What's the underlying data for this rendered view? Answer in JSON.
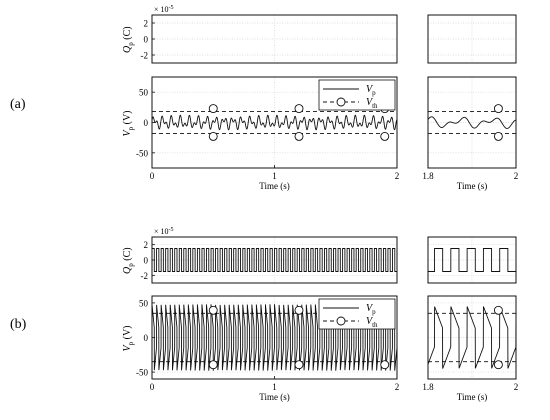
{
  "panel_labels": [
    "(a)",
    "(b)"
  ],
  "chart_data": [
    {
      "type": "line",
      "panel": "(a)",
      "charts": [
        {
          "id": "a-charge-full",
          "ylabel": "Q_p (C)",
          "ylabel_main": "Q",
          "ylabel_sub": "p",
          "ylabel_unit": " (C)",
          "exponent": "× 10",
          "exponent_power": "-5",
          "xlim": [
            0,
            2
          ],
          "ylim": [
            -3,
            3
          ],
          "yticks": [
            "2",
            "0",
            "-2"
          ],
          "ytick_values": [
            2,
            0,
            -2
          ],
          "series": [
            {
              "values": []
            }
          ]
        },
        {
          "id": "a-charge-zoom",
          "xlim": [
            1.8,
            2.0
          ],
          "ylim": [
            -3,
            3
          ],
          "series": [
            {
              "values": []
            }
          ]
        },
        {
          "id": "a-voltage-full",
          "ylabel": "V_p (V)",
          "ylabel_main": "V",
          "ylabel_sub": "p",
          "ylabel_unit": " (V)",
          "xlabel": "Time (s)",
          "xlim": [
            0,
            2
          ],
          "ylim": [
            -75,
            75
          ],
          "xticks": [
            "0",
            "1",
            "2"
          ],
          "xtick_values": [
            0,
            1,
            2
          ],
          "yticks": [
            "50",
            "0",
            "-50"
          ],
          "ytick_values": [
            50,
            0,
            -50
          ],
          "legend": {
            "position": "top-right"
          },
          "series": [
            {
              "name": "V_p",
              "name_main": "V",
              "name_sub": "p",
              "style": "solid",
              "amplitude": 12,
              "frequency_hz": 14
            },
            {
              "name": "V_th",
              "name_main": "V",
              "name_sub": "th",
              "style": "dashed-circle",
              "values": [
                18,
                -18
              ]
            }
          ]
        },
        {
          "id": "a-voltage-zoom",
          "xlabel": "Time (s)",
          "xlim": [
            1.8,
            2.0
          ],
          "ylim": [
            -75,
            75
          ],
          "xticks": [
            "1.8",
            "2"
          ],
          "xtick_values": [
            1.8,
            2.0
          ],
          "series": [
            {
              "name": "V_p",
              "style": "solid",
              "amplitude": 10,
              "frequency_hz": 14
            },
            {
              "name": "V_th",
              "style": "dashed-circle",
              "values": [
                18,
                -18
              ]
            }
          ]
        }
      ]
    },
    {
      "type": "line",
      "panel": "(b)",
      "charts": [
        {
          "id": "b-charge-full",
          "ylabel": "Q_p (C)",
          "ylabel_main": "Q",
          "ylabel_sub": "p",
          "ylabel_unit": " (C)",
          "exponent": "× 10",
          "exponent_power": "-5",
          "xlim": [
            0,
            2
          ],
          "ylim": [
            -3,
            3
          ],
          "yticks": [
            "2",
            "0",
            "-2"
          ],
          "ytick_values": [
            2,
            0,
            -2
          ],
          "series": [
            {
              "style": "square-wave",
              "levels": [
                1.5,
                -1.5
              ],
              "frequency_hz": 27
            }
          ]
        },
        {
          "id": "b-charge-zoom",
          "xlim": [
            1.8,
            2.0
          ],
          "ylim": [
            -3,
            3
          ],
          "series": [
            {
              "style": "square-wave",
              "levels": [
                1.5,
                -1.5
              ],
              "frequency_hz": 27
            }
          ]
        },
        {
          "id": "b-voltage-full",
          "ylabel": "V_p (V)",
          "ylabel_main": "V",
          "ylabel_sub": "p",
          "ylabel_unit": " (V)",
          "xlabel": "Time (s)",
          "xlim": [
            0,
            2
          ],
          "ylim": [
            -60,
            60
          ],
          "xticks": [
            "0",
            "1",
            "2"
          ],
          "xtick_values": [
            0,
            1,
            2
          ],
          "yticks": [
            "50",
            "0",
            "-50"
          ],
          "ytick_values": [
            50,
            0,
            -50
          ],
          "legend": {
            "position": "top-right"
          },
          "series": [
            {
              "name": "V_p",
              "name_main": "V",
              "name_sub": "p",
              "style": "solid",
              "amplitude": 48,
              "frequency_hz": 27
            },
            {
              "name": "V_th",
              "name_main": "V",
              "name_sub": "th",
              "style": "dashed-circle",
              "values": [
                35,
                -35
              ]
            }
          ]
        },
        {
          "id": "b-voltage-zoom",
          "xlabel": "Time (s)",
          "xlim": [
            1.8,
            2.0
          ],
          "ylim": [
            -60,
            60
          ],
          "xticks": [
            "1.8",
            "2"
          ],
          "xtick_values": [
            1.8,
            2.0
          ],
          "series": [
            {
              "name": "V_p",
              "style": "solid",
              "amplitude": 45,
              "frequency_hz": 27
            },
            {
              "name": "V_th",
              "style": "dashed-circle",
              "values": [
                35,
                -35
              ]
            }
          ]
        }
      ]
    }
  ]
}
